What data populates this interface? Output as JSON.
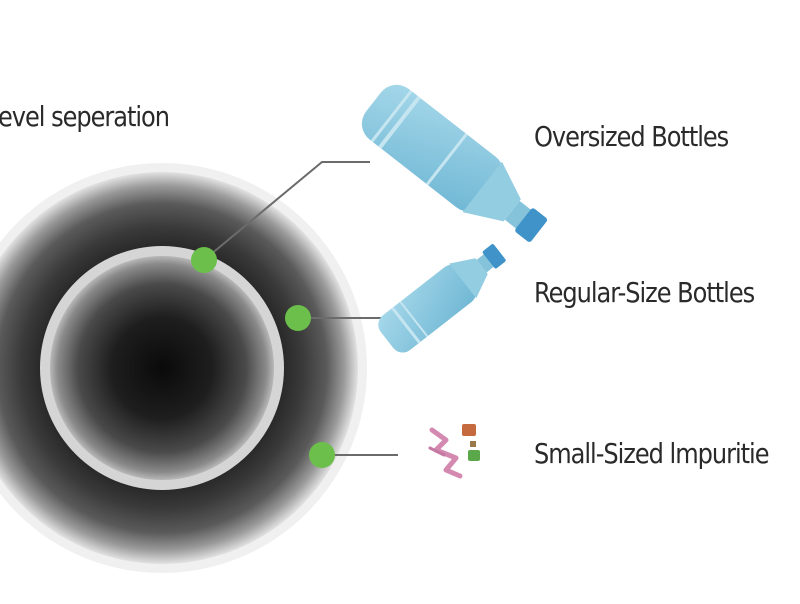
{
  "diagram": {
    "title": "evel seperation",
    "levels": [
      {
        "label": "Oversized Bottles",
        "icon": "large-bottle-icon"
      },
      {
        "label": "Regular-Size Bottles",
        "icon": "small-bottle-icon"
      },
      {
        "label": "Small-Sized lmpuritie",
        "icon": "impurities-icon"
      }
    ]
  },
  "colors": {
    "marker_green": "#6cbf4a",
    "bottle_body": "#8fcbe0",
    "bottle_cap": "#3f93c8",
    "connector_line": "#6b6b6b",
    "text": "#2a2a2a"
  }
}
